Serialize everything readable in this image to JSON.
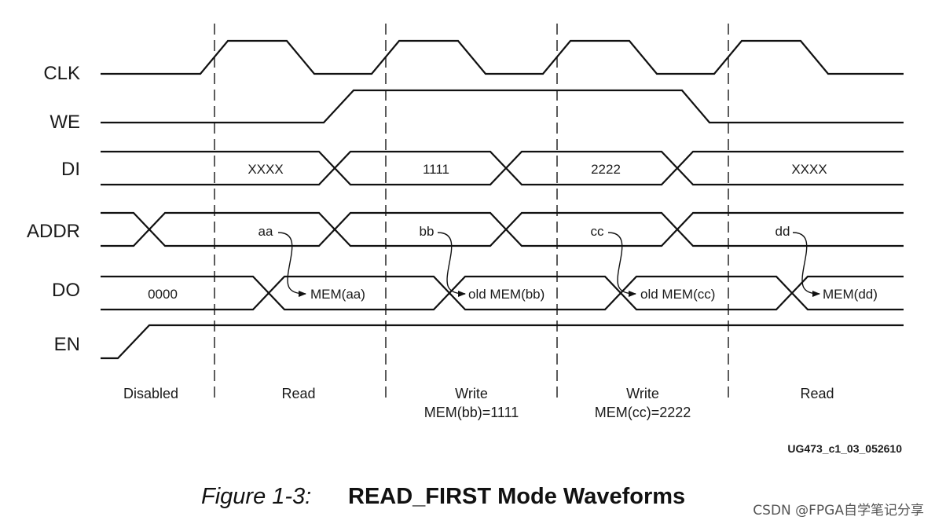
{
  "signals": {
    "clk": "CLK",
    "we": "WE",
    "di": "DI",
    "addr": "ADDR",
    "do": "DO",
    "en": "EN"
  },
  "di_values": [
    "XXXX",
    "1111",
    "2222",
    "XXXX"
  ],
  "addr_values": [
    "aa",
    "bb",
    "cc",
    "dd"
  ],
  "do_values": [
    "0000",
    "MEM(aa)",
    "old MEM(bb)",
    "old MEM(cc)",
    "MEM(dd)"
  ],
  "phases": [
    {
      "label": "Disabled",
      "sub": ""
    },
    {
      "label": "Read",
      "sub": ""
    },
    {
      "label": "Write",
      "sub": "MEM(bb)=1111"
    },
    {
      "label": "Write",
      "sub": "MEM(cc)=2222"
    },
    {
      "label": "Read",
      "sub": ""
    }
  ],
  "figure_code": "UG473_c1_03_052610",
  "caption": {
    "number": "Figure 1-3:",
    "title": "READ_FIRST Mode Waveforms"
  },
  "watermark": "CSDN @FPGA自学笔记分享"
}
